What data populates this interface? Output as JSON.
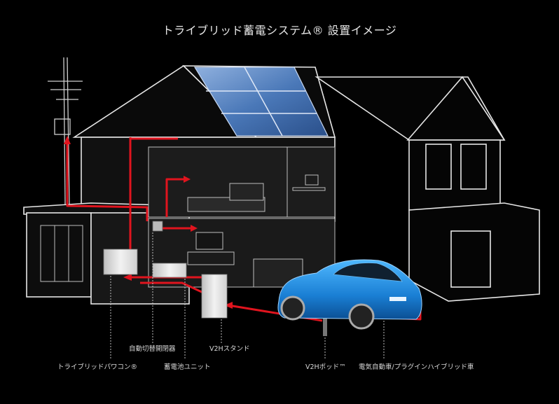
{
  "title": "トライブリッド蓄電システム® 設置イメージ",
  "labels": {
    "switch": "自動切替開閉器",
    "v2h_stand": "V2Hスタンド",
    "pcs": "トライブリッドパワコン®",
    "battery": "蓄電池ユニット",
    "v2h_pod": "V2Hポッド™",
    "ev": "電気自動車/プラグインハイブリッド車"
  },
  "colors": {
    "background": "#000000",
    "line": "#e8e8e8",
    "flow": "#e0141e",
    "panel": "#4a78b8",
    "car": "#1e90e6"
  }
}
